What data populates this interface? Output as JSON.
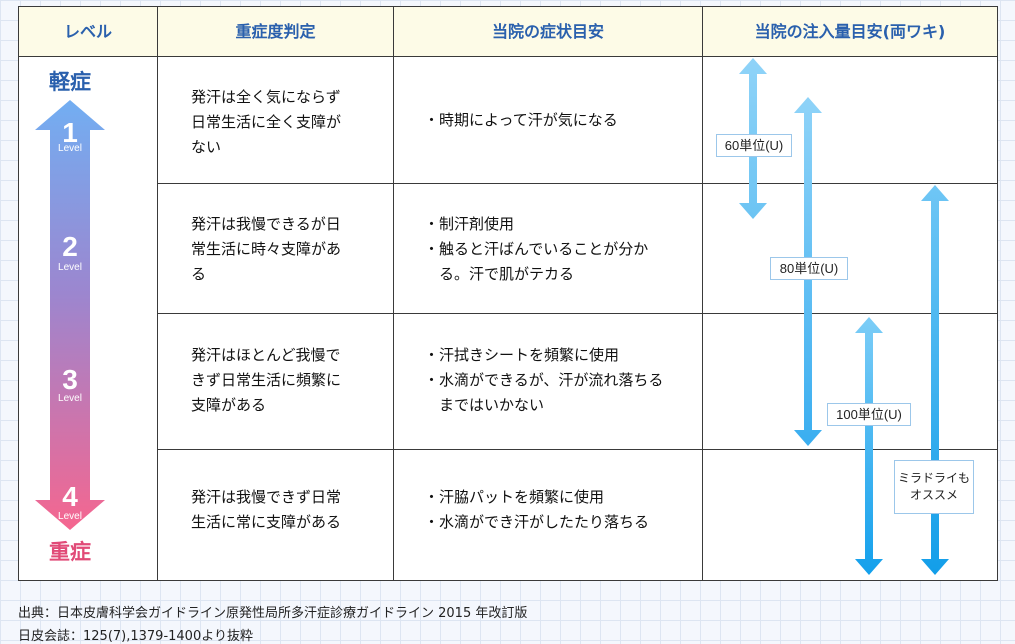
{
  "headers": {
    "level": "レベル",
    "severity": "重症度判定",
    "symptoms": "当院の症状目安",
    "dose": "当院の注入量目安(両ワキ)"
  },
  "level_scale": {
    "top_label": "軽症",
    "bottom_label": "重症",
    "levels": [
      {
        "num": "1",
        "word": "Level"
      },
      {
        "num": "2",
        "word": "Level"
      },
      {
        "num": "3",
        "word": "Level"
      },
      {
        "num": "4",
        "word": "Level"
      }
    ]
  },
  "rows": [
    {
      "severity": [
        "発汗は全く気にならず",
        "日常生活に全く支障が",
        "ない"
      ],
      "symptoms": [
        "・時期によって汗が気になる"
      ]
    },
    {
      "severity": [
        "発汗は我慢できるが日",
        "常生活に時々支障があ",
        "る"
      ],
      "symptoms": [
        "・制汗剤使用",
        "・触ると汗ばんでいることが分か",
        "　る。汗で肌がテカる"
      ]
    },
    {
      "severity": [
        "発汗はほとんど我慢で",
        "きず日常生活に頻繁に",
        "支障がある"
      ],
      "symptoms": [
        "・汗拭きシートを頻繁に使用",
        "・水滴ができるが、汗が流れ落ちる",
        "　まではいかない"
      ]
    },
    {
      "severity": [
        "発汗は我慢できず日常",
        "生活に常に支障がある"
      ],
      "symptoms": [
        "・汗脇パットを頻繁に使用",
        "・水滴ができ汗がしたたり落ちる"
      ]
    }
  ],
  "dose_labels": {
    "d60": "60単位(U)",
    "d80": "80単位(U)",
    "d100": "100単位(U)",
    "mirador_line1": "ミラドライも",
    "mirador_line2": "オススメ"
  },
  "colors": {
    "header_text": "#2a60ad",
    "mild": "#2a60ad",
    "severe": "#e14b78",
    "dose_arrow_light": "#a9dcf7",
    "dose_arrow_dark": "#1aa0ec"
  },
  "footer": {
    "line1": "出典：日本皮膚科学会ガイドライン原発性局所多汗症診療ガイドライン 2015 年改訂版",
    "line2": "日皮会誌：125(7),1379-1400より抜粋"
  }
}
